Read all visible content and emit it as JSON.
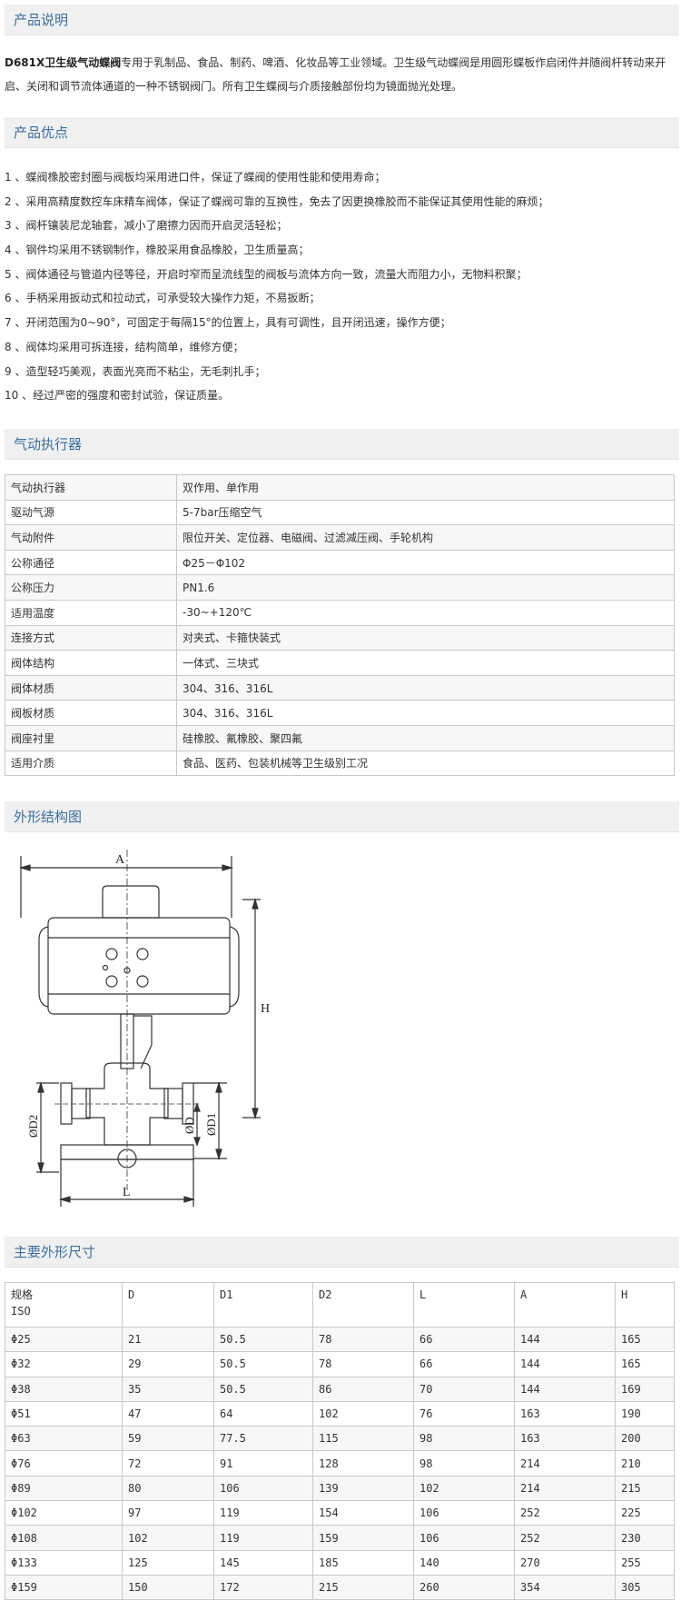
{
  "sections": {
    "description": "产品说明",
    "advantages": "产品优点",
    "actuator": "气动执行器",
    "drawing": "外形结构图",
    "dimensions": "主要外形尺寸"
  },
  "description": {
    "model": "D681X卫生级气动蝶阀",
    "text": "专用于乳制品、食品、制药、啤酒、化妆品等工业领域。卫生级气动蝶阀是用圆形蝶板作启闭件并随阀杆转动来开启、关闭和调节流体通道的一种不锈钢阀门。所有卫生蝶阀与介质接触部份均为镜面抛光处理。"
  },
  "advantages": [
    "1 、蝶阀橡胶密封圈与阀板均采用进口件，保证了蝶阀的使用性能和使用寿命；",
    "2 、采用高精度数控车床精车阀体，保证了蝶阀可靠的互换性，免去了因更换橡胶而不能保证其使用性能的麻烦；",
    "3 、阀杆镶装尼龙轴套，减小了磨擦力因而开启灵活轻松；",
    "4 、钢件均采用不锈钢制作，橡胶采用食品橡胶，卫生质量高；",
    "5 、阀体通径与管道内径等径，开启时窄而呈流线型的阀板与流体方向一致，流量大而阻力小，无物料积聚；",
    "6 、手柄采用扳动式和拉动式，可承受较大操作力矩，不易扳断；",
    "7 、开闭范围为0~90°，可固定于每隔15°的位置上，具有可调性，且开闭迅速，操作方便；",
    "8 、阀体均采用可拆连接，结构简单，维修方便；",
    "9 、造型轻巧美观，表面光亮而不粘尘，无毛刺扎手；",
    "10 、经过严密的强度和密封试验，保证质量。"
  ],
  "actuator_table": [
    [
      "气动执行器",
      "双作用、单作用"
    ],
    [
      "驱动气源",
      "5-7bar压缩空气"
    ],
    [
      "气动附件",
      "限位开关、定位器、电磁阀、过滤减压阀、手轮机构"
    ],
    [
      "公称通径",
      "Φ25－Φ102"
    ],
    [
      "公称压力",
      "PN1.6"
    ],
    [
      "适用温度",
      "-30~+120℃"
    ],
    [
      "连接方式",
      "对夹式、卡箍快装式"
    ],
    [
      "阀体结构",
      "一体式、三块式"
    ],
    [
      "阀体材质",
      "304、316、316L"
    ],
    [
      "阀板材质",
      "304、316、316L"
    ],
    [
      "阀座衬里",
      "硅橡胶、氟橡胶、聚四氟"
    ],
    [
      "适用介质",
      "食品、医药、包装机械等卫生级别工况"
    ]
  ],
  "drawing_labels": {
    "A": "A",
    "H": "H",
    "L": "L",
    "D": "ØD",
    "D1": "ØD1",
    "D2": "ØD2"
  },
  "dimension_table": {
    "header": {
      "spec": "规格",
      "iso": "ISO",
      "cols": [
        "D",
        "D1",
        "D2",
        "L",
        "A",
        "H"
      ]
    },
    "rows": [
      [
        "Φ25",
        "21",
        "50.5",
        "78",
        "66",
        "144",
        "165"
      ],
      [
        "Φ32",
        "29",
        "50.5",
        "78",
        "66",
        "144",
        "165"
      ],
      [
        "Φ38",
        "35",
        "50.5",
        "86",
        "70",
        "144",
        "169"
      ],
      [
        "Φ51",
        "47",
        "64",
        "102",
        "76",
        "163",
        "190"
      ],
      [
        "Φ63",
        "59",
        "77.5",
        "115",
        "98",
        "163",
        "200"
      ],
      [
        "Φ76",
        "72",
        "91",
        "128",
        "98",
        "214",
        "210"
      ],
      [
        "Φ89",
        "80",
        "106",
        "139",
        "102",
        "214",
        "215"
      ],
      [
        "Φ102",
        "97",
        "119",
        "154",
        "106",
        "252",
        "225"
      ],
      [
        "Φ108",
        "102",
        "119",
        "159",
        "106",
        "252",
        "230"
      ],
      [
        "Φ133",
        "125",
        "145",
        "185",
        "140",
        "270",
        "255"
      ],
      [
        "Φ159",
        "150",
        "172",
        "215",
        "260",
        "354",
        "305"
      ]
    ]
  }
}
